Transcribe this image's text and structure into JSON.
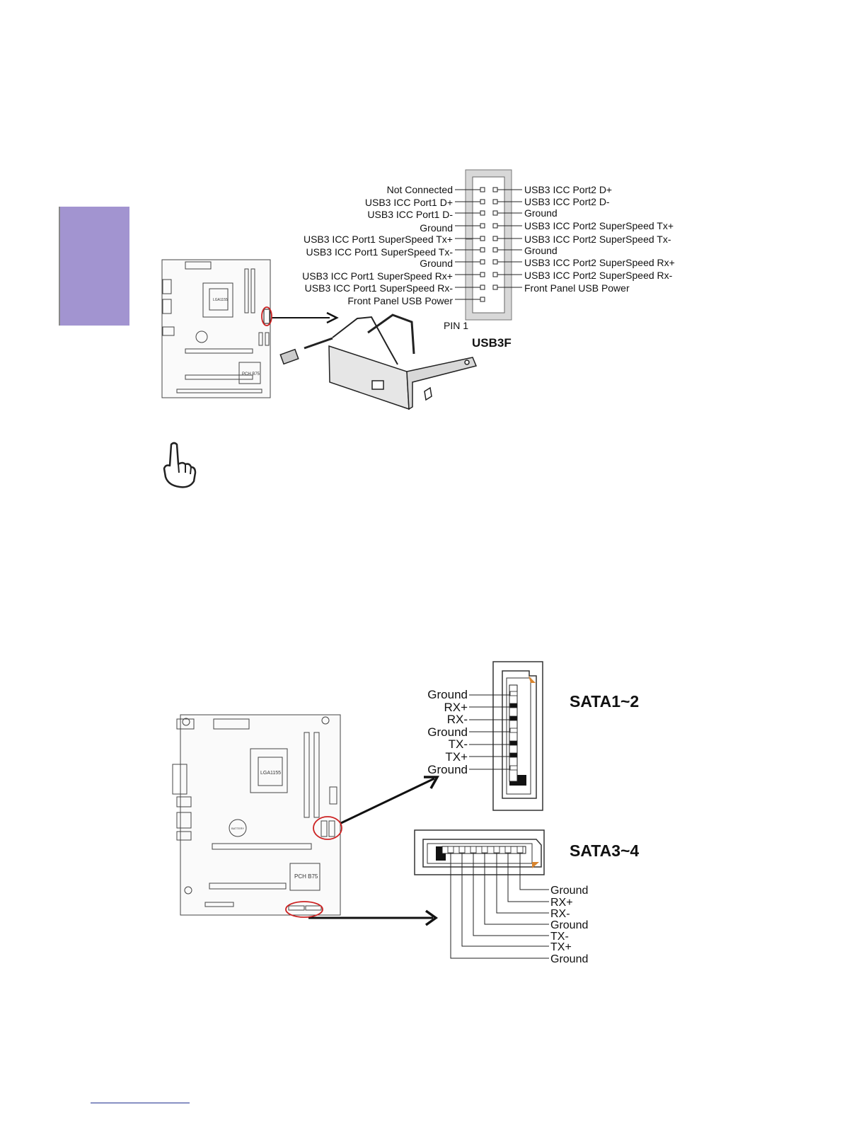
{
  "usb3": {
    "left_labels": [
      "Not Connected",
      "USB3 ICC Port1 D+",
      "USB3 ICC Port1 D-",
      "Ground",
      "USB3 ICC Port1 SuperSpeed Tx+",
      "USB3 ICC Port1 SuperSpeed Tx-",
      "Ground",
      "USB3 ICC Port1 SuperSpeed Rx+",
      "USB3 ICC Port1 SuperSpeed Rx-",
      "Front Panel USB Power"
    ],
    "right_labels": [
      "USB3 ICC Port2 D+",
      "USB3 ICC Port2 D-",
      "Ground",
      "USB3 ICC Port2 SuperSpeed Tx+",
      "USB3 ICC Port2 SuperSpeed Tx-",
      "Ground",
      "USB3 ICC Port2 SuperSpeed Rx+",
      "USB3 ICC Port2 SuperSpeed Rx-",
      "Front Panel USB Power"
    ],
    "pin1_label": "PIN 1",
    "header_title": "USB3F"
  },
  "sata": {
    "sata12_title": "SATA1~2",
    "sata34_title": "SATA3~4",
    "sata12_pins": [
      "Ground",
      "RX+",
      "RX-",
      "Ground",
      "TX-",
      "TX+",
      "Ground"
    ],
    "sata34_pins": [
      "Ground",
      "RX+",
      "RX-",
      "Ground",
      "TX-",
      "TX+",
      "Ground"
    ]
  },
  "board": {
    "cpu_socket": "LGA1155",
    "chipset": "PCH B75",
    "battery": "BATTERY"
  },
  "colors": {
    "side_tab": "#a294d0",
    "highlight_circle": "#cc2222",
    "footer_line": "#1f2f8f",
    "connector_tab": "#d9852e"
  }
}
